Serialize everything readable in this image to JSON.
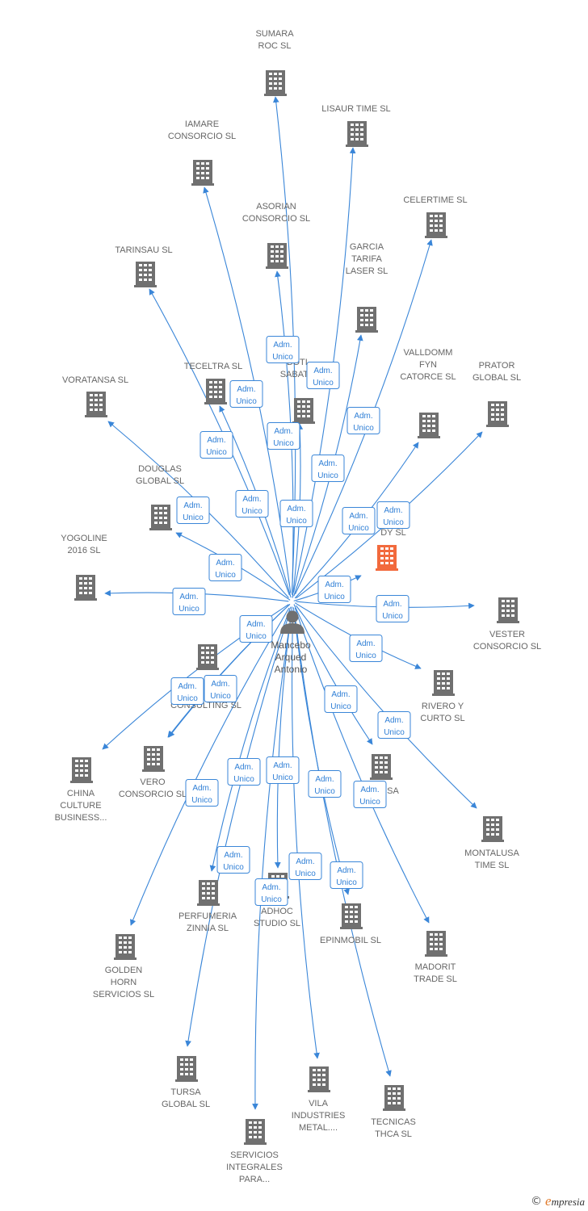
{
  "center": {
    "label": [
      "Mancebo",
      "Arqued",
      "Antonio"
    ]
  },
  "relation_label": [
    "Adm.",
    "Unico"
  ],
  "colors": {
    "edge": "#3a86d8",
    "company": "#707070",
    "highlight": "#f26a3d",
    "relation_text": "#2f7fd6"
  },
  "companies": [
    {
      "label": [
        "SUMARA",
        "ROC SL"
      ],
      "highlight": false
    },
    {
      "label": [
        "LISAUR TIME  SL"
      ],
      "highlight": false
    },
    {
      "label": [
        "IAMARE",
        "CONSORCIO SL"
      ],
      "highlight": false
    },
    {
      "label": [
        "CELERTIME SL"
      ],
      "highlight": false
    },
    {
      "label": [
        "ASORIAN",
        "CONSORCIO SL"
      ],
      "highlight": false
    },
    {
      "label": [
        "TARINSAU SL"
      ],
      "highlight": false
    },
    {
      "label": [
        "GARCIA",
        "TARIFA",
        "LASER  SL"
      ],
      "highlight": false
    },
    {
      "label": [
        "TECELTRA SL"
      ],
      "highlight": false
    },
    {
      "label": [
        "BOTI",
        "SABATE"
      ],
      "highlight": false
    },
    {
      "label": [
        "VORATANSA SL"
      ],
      "highlight": false
    },
    {
      "label": [
        "VALLDOMM",
        "FYN",
        "CATORCE  SL"
      ],
      "highlight": false
    },
    {
      "label": [
        "PRATOR",
        "GLOBAL SL"
      ],
      "highlight": false
    },
    {
      "label": [
        "DOUGLAS",
        "GLOBAL  SL"
      ],
      "highlight": false
    },
    {
      "label": [
        "DY  SL"
      ],
      "highlight": true
    },
    {
      "label": [
        "YOGOLINE",
        "2016  SL"
      ],
      "highlight": false
    },
    {
      "label": [
        "VESTER",
        "CONSORCIO  SL"
      ],
      "highlight": false
    },
    {
      "label": [
        "CONSULTING SL"
      ],
      "highlight": false
    },
    {
      "label": [
        "RIVERO Y",
        "CURTO  SL"
      ],
      "highlight": false
    },
    {
      "label": [
        "CHINA",
        "CULTURE",
        "BUSINESS..."
      ],
      "highlight": false
    },
    {
      "label": [
        "VERO",
        "CONSORCIO  SL"
      ],
      "highlight": false
    },
    {
      "label": [
        "R SA"
      ],
      "highlight": false
    },
    {
      "label": [
        "MONTALUSA",
        "TIME  SL"
      ],
      "highlight": false
    },
    {
      "label": [
        "PERFUMERIA",
        "ZINNIA SL"
      ],
      "highlight": false
    },
    {
      "label": [
        "ADHOC",
        "STUDIO SL"
      ],
      "highlight": false
    },
    {
      "label": [
        "EPINMOBIL SL"
      ],
      "highlight": false
    },
    {
      "label": [
        "GOLDEN",
        "HORN",
        "SERVICIOS  SL"
      ],
      "highlight": false
    },
    {
      "label": [
        "MADORIT",
        "TRADE  SL"
      ],
      "highlight": false
    },
    {
      "label": [
        "TURSA",
        "GLOBAL SL"
      ],
      "highlight": false
    },
    {
      "label": [
        "VILA",
        "INDUSTRIES",
        "METAL...."
      ],
      "highlight": false
    },
    {
      "label": [
        "TECNICAS",
        "THCA SL"
      ],
      "highlight": false
    },
    {
      "label": [
        "SERVICIOS",
        "INTEGRALES",
        "PARA..."
      ],
      "highlight": false
    }
  ],
  "footer": {
    "copyright": "©",
    "brand_initial": "e",
    "brand_rest": "mpresia"
  }
}
